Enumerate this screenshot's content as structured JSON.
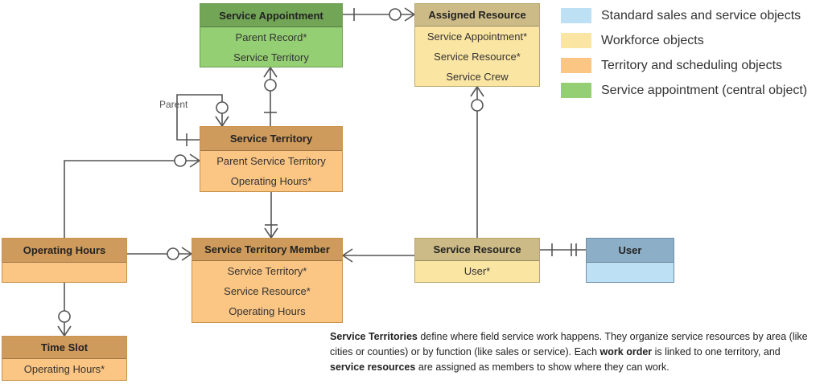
{
  "entities": {
    "service_appointment": {
      "title": "Service Appointment",
      "fields": [
        "Parent Record*",
        "Service Territory"
      ]
    },
    "assigned_resource": {
      "title": "Assigned Resource",
      "fields": [
        "Service Appointment*",
        "Service Resource*",
        "Service Crew"
      ]
    },
    "service_territory": {
      "title": "Service Territory",
      "fields": [
        "Parent Service Territory",
        "Operating Hours*"
      ]
    },
    "operating_hours": {
      "title": "Operating Hours",
      "fields": []
    },
    "service_territory_member": {
      "title": "Service Territory Member",
      "fields": [
        "Service Territory*",
        "Service Resource*",
        "Operating Hours"
      ]
    },
    "service_resource": {
      "title": "Service Resource",
      "fields": [
        "User*"
      ]
    },
    "user": {
      "title": "User",
      "fields": []
    },
    "time_slot": {
      "title": "Time Slot",
      "fields": [
        "Operating Hours*"
      ]
    }
  },
  "relationship_labels": {
    "parent": "Parent"
  },
  "legend": [
    {
      "label": "Standard sales and service objects",
      "color": "#bde0f4"
    },
    {
      "label": "Workforce objects",
      "color": "#fbe5a2"
    },
    {
      "label": "Territory and scheduling objects",
      "color": "#fbc583"
    },
    {
      "label": "Service appointment (central object)",
      "color": "#94cf73"
    }
  ],
  "caption": {
    "p1": "Service Territories",
    "t1": " define where field service work happens. They organize service resources by area (like cities or counties) or by function (like sales or service). Each ",
    "p2": "work order",
    "t2": " is linked to one territory, and ",
    "p3": "service resources",
    "t3": " are assigned as members to show where they can work."
  },
  "colors": {
    "standard": "#bde0f4",
    "workforce": "#fbe5a2",
    "territory": "#fbc583",
    "central": "#94cf73"
  }
}
